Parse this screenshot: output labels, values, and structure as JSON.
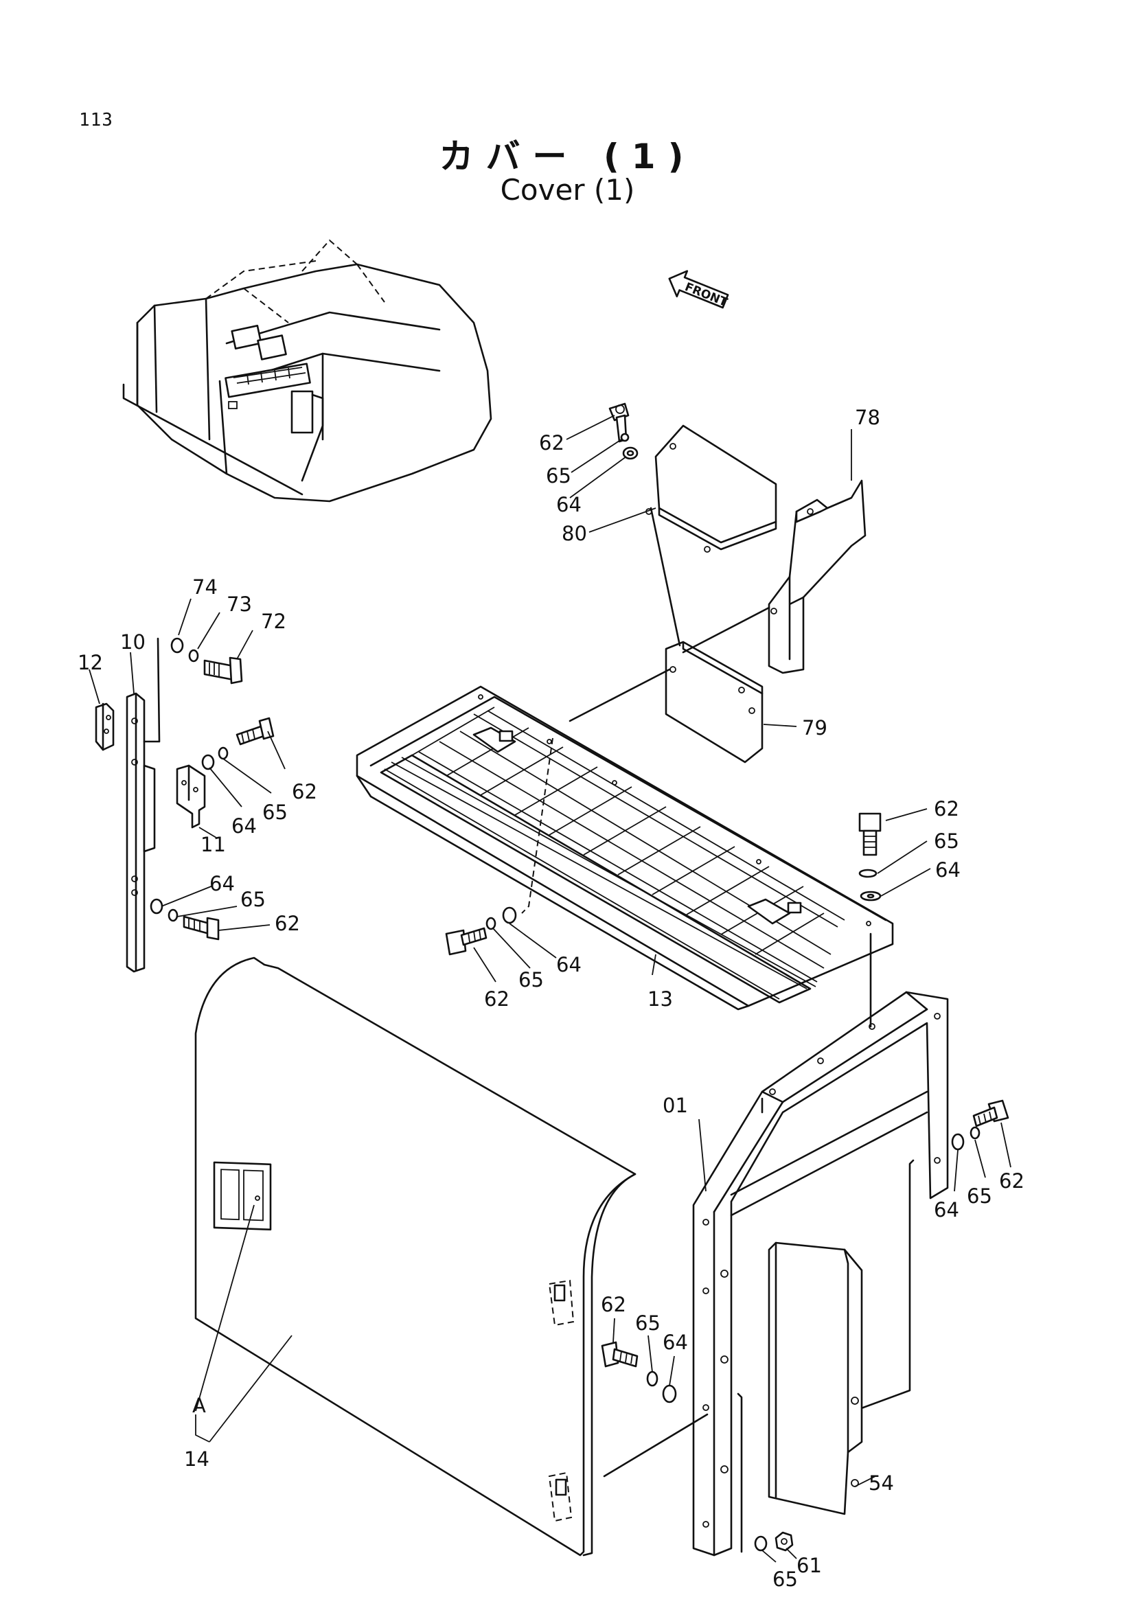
{
  "page": {
    "number": "113",
    "title_jp": "カバー (1)",
    "title_en": "Cover (1)"
  },
  "front_indicator": "FRONT",
  "part_labels": [
    {
      "id": "p78",
      "text": "78"
    },
    {
      "id": "p62a",
      "text": "62"
    },
    {
      "id": "p65a",
      "text": "65"
    },
    {
      "id": "p64a",
      "text": "64"
    },
    {
      "id": "p80",
      "text": "80"
    },
    {
      "id": "p74",
      "text": "74"
    },
    {
      "id": "p73",
      "text": "73"
    },
    {
      "id": "p72",
      "text": "72"
    },
    {
      "id": "p10",
      "text": "10"
    },
    {
      "id": "p12",
      "text": "12"
    },
    {
      "id": "p79",
      "text": "79"
    },
    {
      "id": "p62b",
      "text": "62"
    },
    {
      "id": "p65b",
      "text": "65"
    },
    {
      "id": "p64b",
      "text": "64"
    },
    {
      "id": "p11",
      "text": "11"
    },
    {
      "id": "p62c",
      "text": "62"
    },
    {
      "id": "p65c",
      "text": "65"
    },
    {
      "id": "p64c",
      "text": "64"
    },
    {
      "id": "p64d",
      "text": "64"
    },
    {
      "id": "p65d",
      "text": "65"
    },
    {
      "id": "p62d",
      "text": "62"
    },
    {
      "id": "p64e",
      "text": "64"
    },
    {
      "id": "p65e",
      "text": "65"
    },
    {
      "id": "p62e",
      "text": "62"
    },
    {
      "id": "p13",
      "text": "13"
    },
    {
      "id": "p01",
      "text": "01"
    },
    {
      "id": "p62f",
      "text": "62"
    },
    {
      "id": "p64f",
      "text": "64"
    },
    {
      "id": "p65f",
      "text": "65"
    },
    {
      "id": "p62g",
      "text": "62"
    },
    {
      "id": "p65g",
      "text": "65"
    },
    {
      "id": "p64g",
      "text": "64"
    },
    {
      "id": "pA",
      "text": "A"
    },
    {
      "id": "p14",
      "text": "14"
    },
    {
      "id": "p54",
      "text": "54"
    },
    {
      "id": "p61",
      "text": "61"
    },
    {
      "id": "p65h",
      "text": "65"
    }
  ]
}
